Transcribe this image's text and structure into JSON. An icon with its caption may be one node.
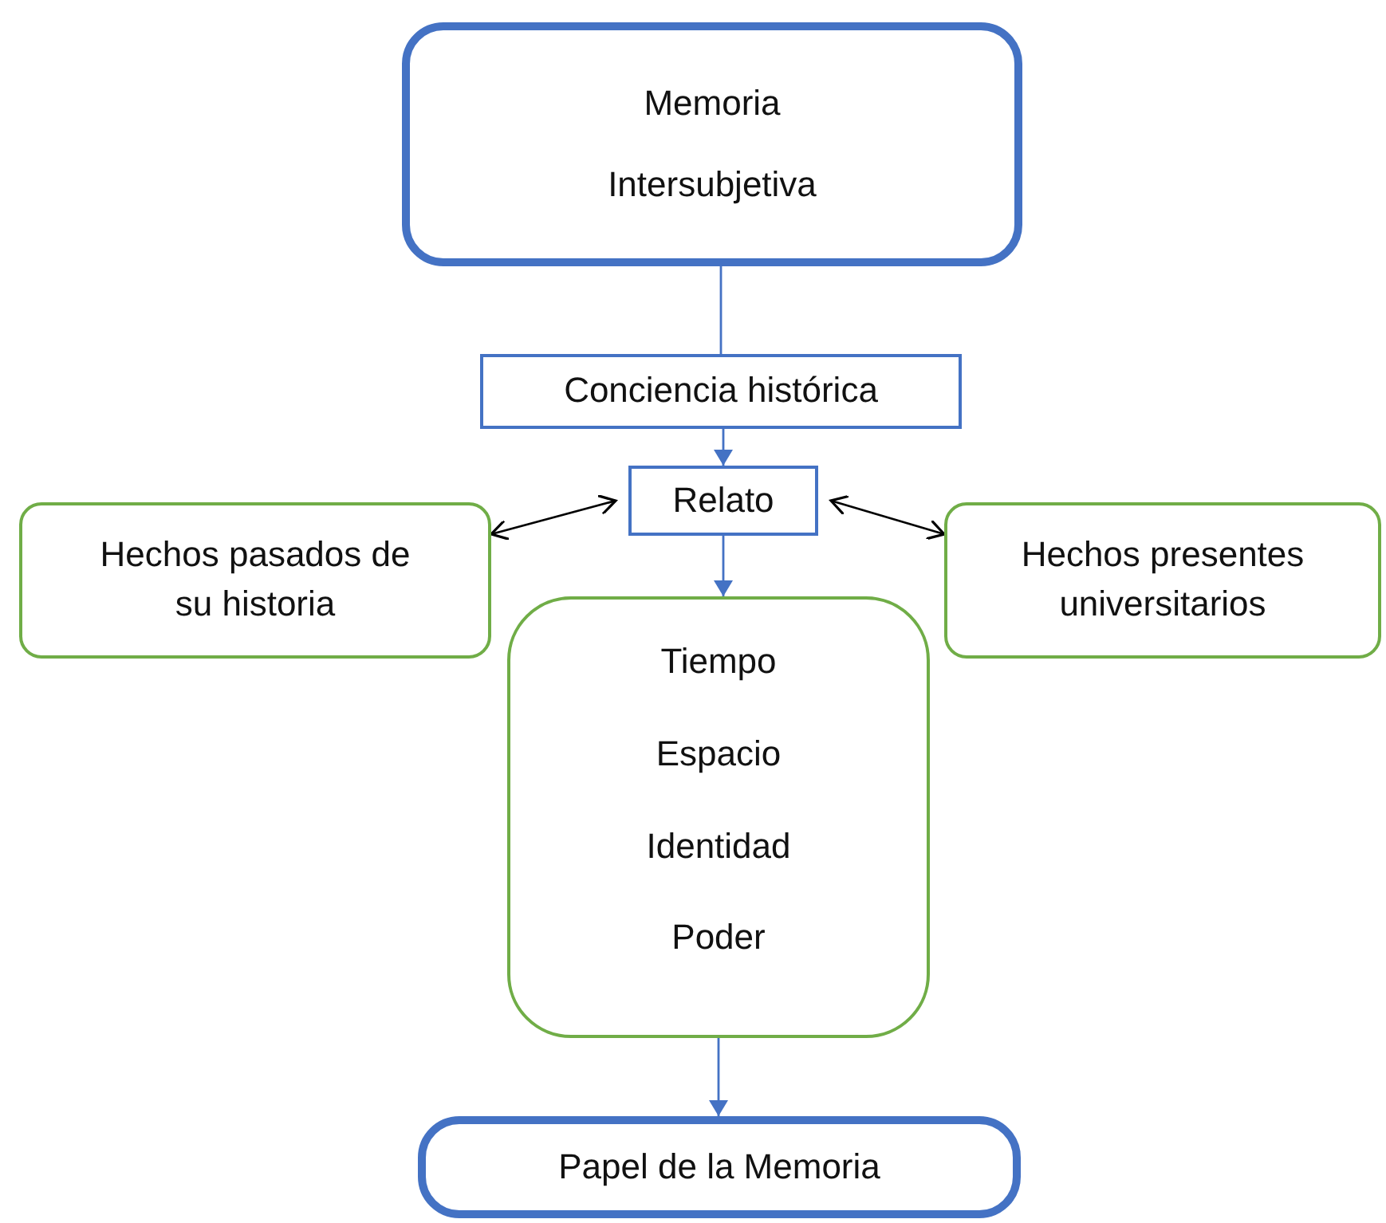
{
  "diagram": {
    "nodes": [
      {
        "text": [
          "Memoria",
          "Intersubjetiva"
        ]
      },
      {
        "text": [
          "Conciencia histórica"
        ]
      },
      {
        "text": [
          "Relato"
        ]
      },
      {
        "text": [
          "Hechos pasados de su historia"
        ]
      },
      {
        "text": [
          "Hechos presentes universitarios"
        ]
      },
      {
        "text": [
          "Tiempo",
          "Espacio",
          "Identidad",
          "Poder"
        ]
      },
      {
        "text": [
          "Papel de la Memoria"
        ]
      }
    ],
    "edges": [
      {
        "from": 0,
        "to": 1,
        "arrow": "none"
      },
      {
        "from": 1,
        "to": 2,
        "arrow": "to"
      },
      {
        "from": 2,
        "to": 3,
        "arrow": "both",
        "color": "#000000"
      },
      {
        "from": 2,
        "to": 4,
        "arrow": "both",
        "color": "#000000"
      },
      {
        "from": 2,
        "to": 5,
        "arrow": "to"
      },
      {
        "from": 5,
        "to": 6,
        "arrow": "to"
      }
    ]
  }
}
